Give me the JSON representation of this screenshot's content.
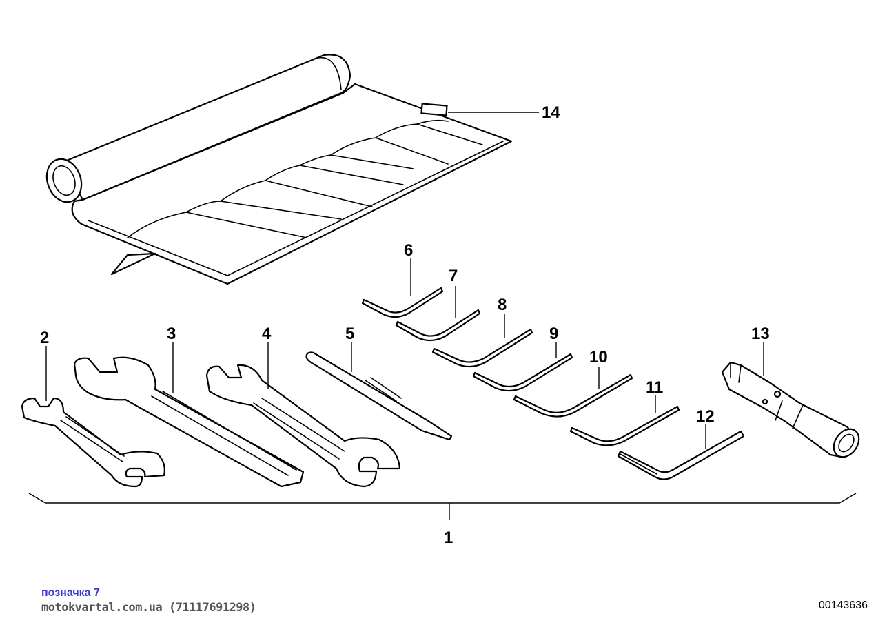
{
  "callouts": {
    "c1": "1",
    "c2": "2",
    "c3": "3",
    "c4": "4",
    "c5": "5",
    "c6": "6",
    "c7": "7",
    "c8": "8",
    "c9": "9",
    "c10": "10",
    "c11": "11",
    "c12": "12",
    "c13": "13",
    "c14": "14"
  },
  "footer": {
    "caption": "позначка 7",
    "watermark": "motokvartal.com.ua (71117691298)",
    "doc_number": "00143636"
  },
  "colors": {
    "caption": "#3a3ad6",
    "watermark": "#555555",
    "lines": "#000000"
  }
}
